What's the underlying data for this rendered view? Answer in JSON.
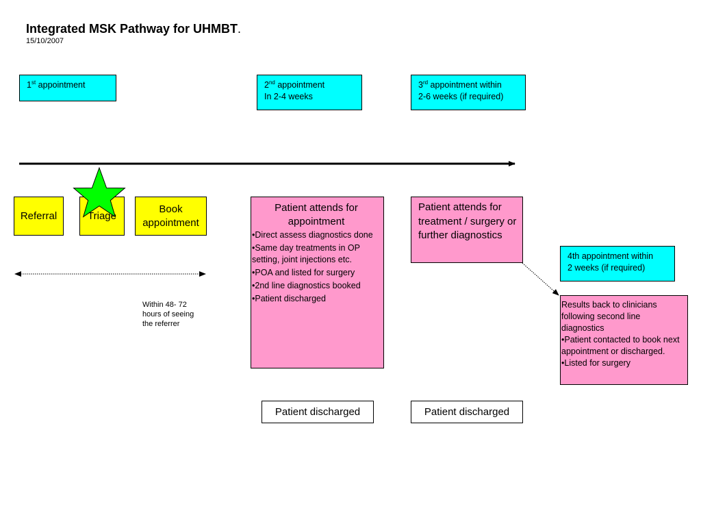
{
  "header": {
    "title": "Integrated MSK Pathway for UHMBT",
    "title_suffix": ".",
    "date": "15/10/2007"
  },
  "appointments": {
    "first": {
      "num": "1",
      "sup": "st",
      "text": " appointment"
    },
    "second": {
      "num": "2",
      "sup": "nd",
      "text": " appointment",
      "line2": "In 2-4 weeks"
    },
    "third": {
      "num": "3",
      "sup": "rd",
      "text": " appointment within",
      "line2": "2-6 weeks (if required)"
    },
    "fourth": {
      "line1": "4th appointment within",
      "line2": "2 weeks (if required)"
    }
  },
  "steps": {
    "referral": "Referral",
    "triage": "Triage",
    "book": "Book appointment"
  },
  "timing_note": "Within 48- 72 hours of seeing the referrer",
  "attend_box": {
    "title": "Patient attends for appointment",
    "bullets": [
      "Direct assess diagnostics done",
      "Same day treatments in OP setting, joint injections etc.",
      "POA and listed for surgery",
      "2nd line diagnostics booked",
      "Patient discharged"
    ]
  },
  "treatment_box": {
    "title": "Patient attends for treatment / surgery or further diagnostics"
  },
  "results_box": {
    "intro": "Results back to clinicians following second line diagnostics",
    "bullets": [
      "Patient contacted to book next appointment or discharged.",
      "Listed for surgery"
    ]
  },
  "discharged": {
    "left": "Patient discharged",
    "right": "Patient discharged"
  },
  "colors": {
    "cyan": "#00ffff",
    "yellow": "#ffff00",
    "pink": "#ff99cc",
    "star": "#00ff00"
  },
  "icons": {
    "star": "star-icon"
  }
}
